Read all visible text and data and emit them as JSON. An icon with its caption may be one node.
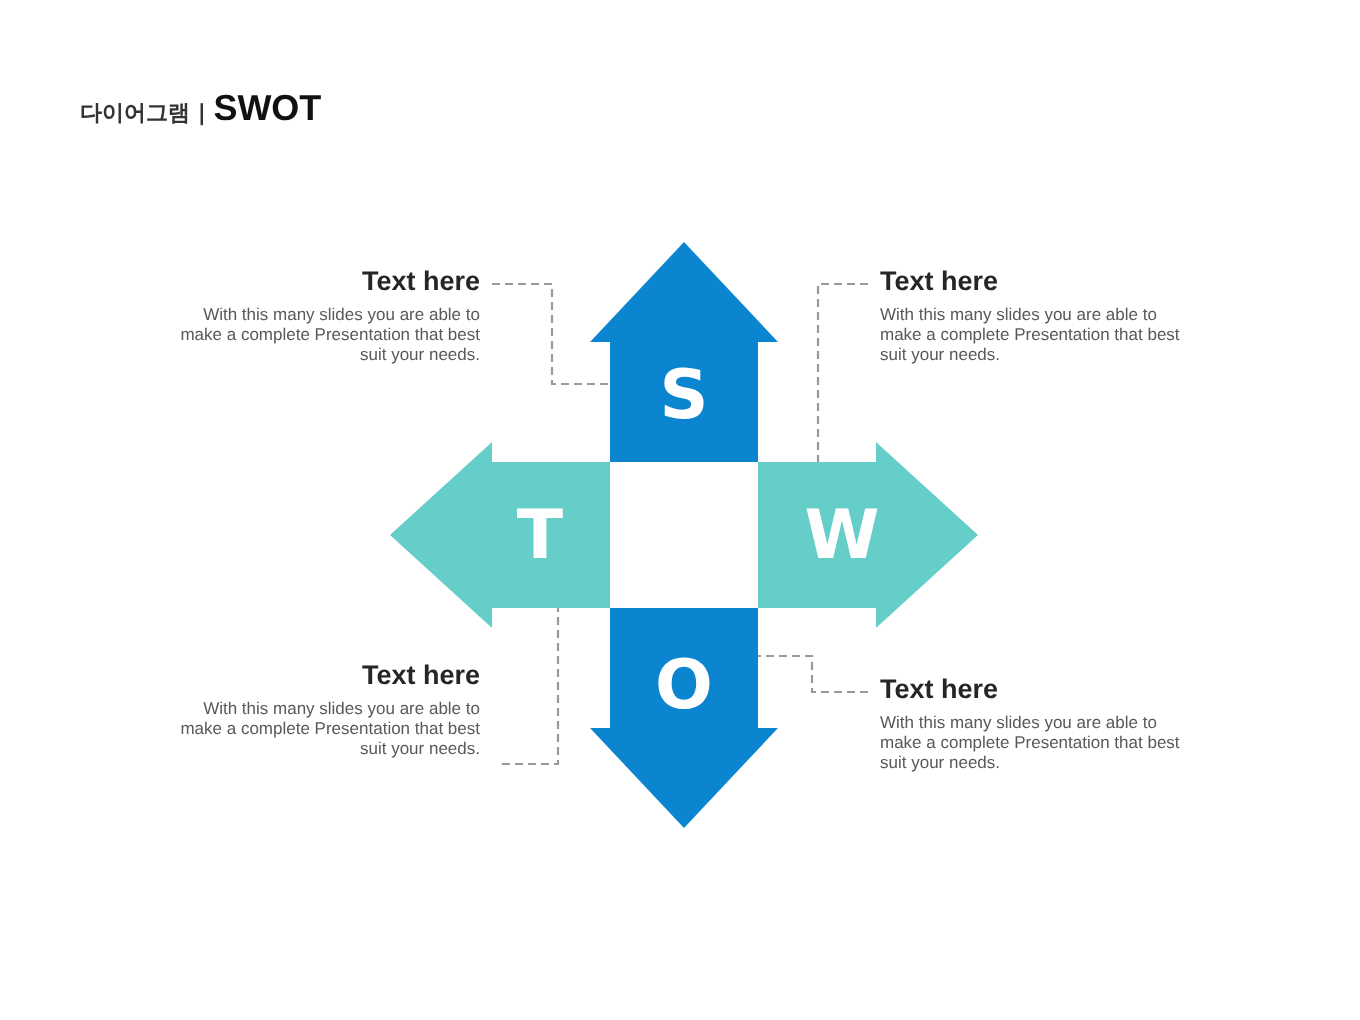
{
  "diagram": {
    "title": "다이어그램 | **SWOT**",
    "nodes": [
      {
        "text": [
          "Text here",
          "With this many slides you are able to make a complete Presentation that best suit your needs."
        ]
      },
      {
        "text": [
          "S"
        ]
      },
      {
        "text": [
          "Text here",
          "With this many slides you are able to make a complete Presentation that best suit your needs."
        ]
      },
      {
        "text": [
          "T"
        ]
      },
      {
        "text": [
          "W"
        ]
      },
      {
        "text": [
          "O"
        ]
      },
      {
        "text": [
          "Text here",
          "With this many slides you are able to make a complete Presentation that best suit your needs."
        ]
      },
      {
        "text": [
          "Text here",
          "With this many slides you are able to make a complete Presentation that best suit your needs."
        ]
      }
    ],
    "edges": [
      {
        "from": 0,
        "to": 1,
        "arrow": "none",
        "style": "dashed"
      },
      {
        "from": 2,
        "to": 4,
        "arrow": "none",
        "style": "dashed"
      },
      {
        "from": 6,
        "to": 3,
        "arrow": "none",
        "style": "dashed"
      },
      {
        "from": 7,
        "to": 5,
        "arrow": "none",
        "style": "dashed"
      }
    ]
  }
}
